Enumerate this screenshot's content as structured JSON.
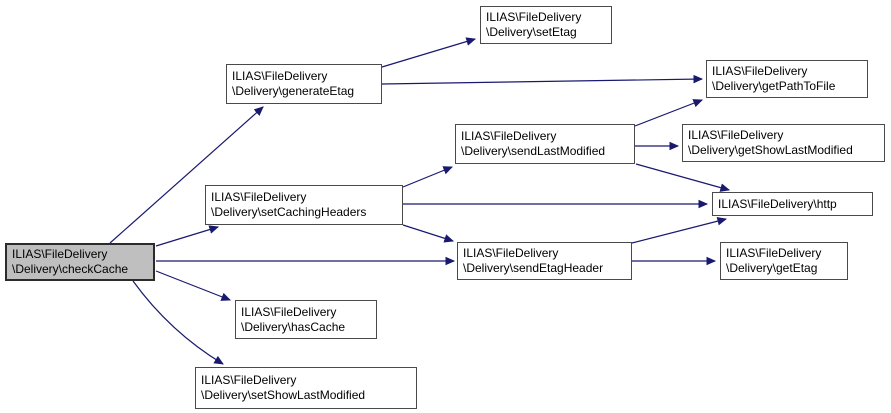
{
  "graph": {
    "type": "call-graph",
    "root": "checkCache",
    "nodes": {
      "checkCache": {
        "line1": "ILIAS\\FileDelivery",
        "line2": "\\Delivery\\checkCache",
        "highlighted": true
      },
      "generateEtag": {
        "line1": "ILIAS\\FileDelivery",
        "line2": "\\Delivery\\generateEtag"
      },
      "setEtag": {
        "line1": "ILIAS\\FileDelivery",
        "line2": "\\Delivery\\setEtag"
      },
      "getPathToFile": {
        "line1": "ILIAS\\FileDelivery",
        "line2": "\\Delivery\\getPathToFile"
      },
      "sendLastModified": {
        "line1": "ILIAS\\FileDelivery",
        "line2": "\\Delivery\\sendLastModified"
      },
      "getShowLastModified": {
        "line1": "ILIAS\\FileDelivery",
        "line2": "\\Delivery\\getShowLastModified"
      },
      "setCachingHeaders": {
        "line1": "ILIAS\\FileDelivery",
        "line2": "\\Delivery\\setCachingHeaders"
      },
      "http": {
        "line1": "ILIAS\\FileDelivery\\http"
      },
      "sendEtagHeader": {
        "line1": "ILIAS\\FileDelivery",
        "line2": "\\Delivery\\sendEtagHeader"
      },
      "getEtag": {
        "line1": "ILIAS\\FileDelivery",
        "line2": "\\Delivery\\getEtag"
      },
      "hasCache": {
        "line1": "ILIAS\\FileDelivery",
        "line2": "\\Delivery\\hasCache"
      },
      "setShowLastModified": {
        "line1": "ILIAS\\FileDelivery",
        "line2": "\\Delivery\\setShowLastModified"
      }
    },
    "edges": [
      {
        "from": "checkCache",
        "to": "generateEtag"
      },
      {
        "from": "checkCache",
        "to": "setCachingHeaders"
      },
      {
        "from": "checkCache",
        "to": "sendEtagHeader"
      },
      {
        "from": "checkCache",
        "to": "hasCache"
      },
      {
        "from": "checkCache",
        "to": "setShowLastModified"
      },
      {
        "from": "generateEtag",
        "to": "setEtag"
      },
      {
        "from": "generateEtag",
        "to": "getPathToFile"
      },
      {
        "from": "sendLastModified",
        "to": "getPathToFile"
      },
      {
        "from": "sendLastModified",
        "to": "getShowLastModified"
      },
      {
        "from": "sendLastModified",
        "to": "http"
      },
      {
        "from": "setCachingHeaders",
        "to": "sendLastModified"
      },
      {
        "from": "setCachingHeaders",
        "to": "http"
      },
      {
        "from": "setCachingHeaders",
        "to": "sendEtagHeader"
      },
      {
        "from": "sendEtagHeader",
        "to": "http"
      },
      {
        "from": "sendEtagHeader",
        "to": "getEtag"
      }
    ],
    "colors": {
      "edge": "#191970",
      "node_border": "#4a4a4a",
      "node_fill": "#ffffff",
      "highlight_fill": "#bfbfbf",
      "text": "#000000",
      "background": "#ffffff"
    }
  }
}
